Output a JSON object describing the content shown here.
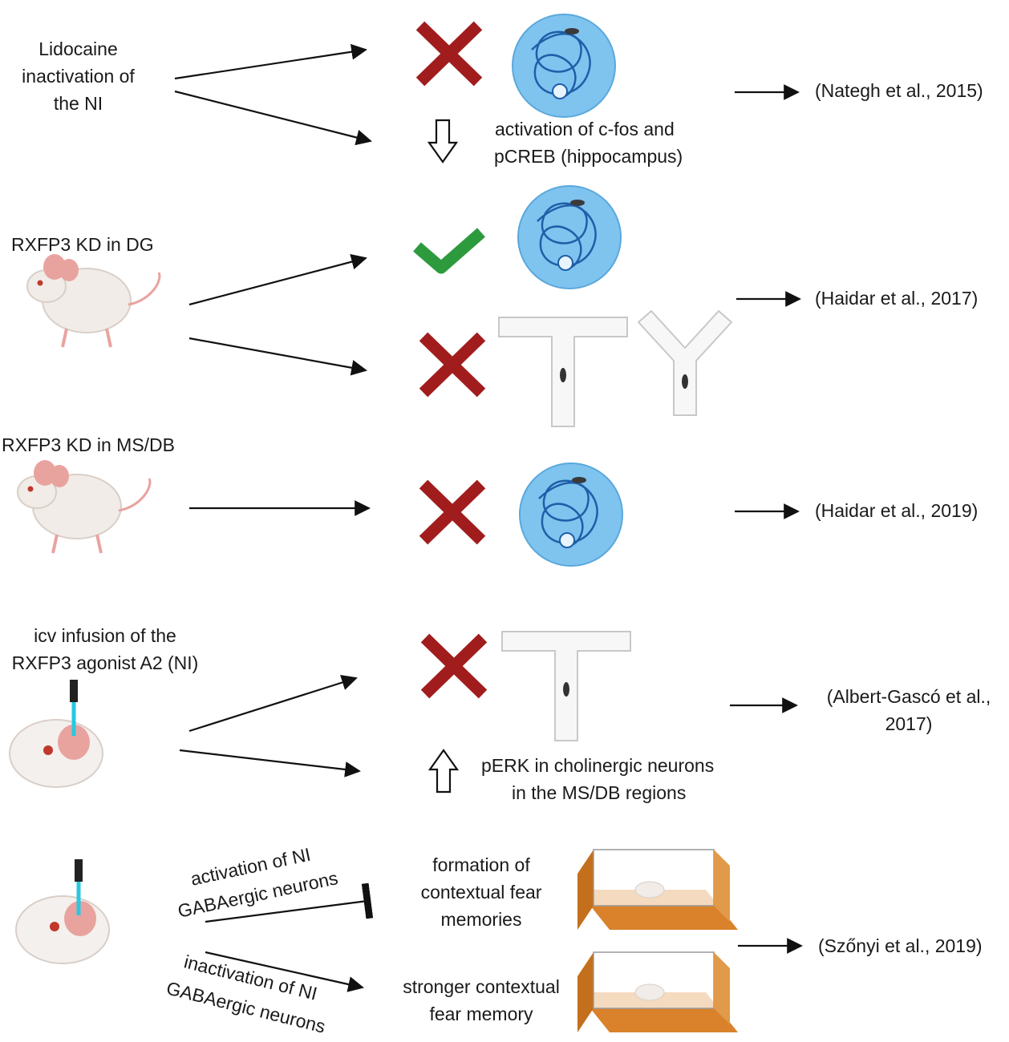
{
  "rows": [
    {
      "id": "row1",
      "treatment": [
        "Lidocaine",
        "inactivation of",
        "the NI"
      ],
      "note": [
        "activation of c-fos and",
        "pCREB (hippocampus)"
      ],
      "reference": "(Nategh et al., 2015)"
    },
    {
      "id": "row2",
      "treatment": [
        "RXFP3 KD in DG"
      ],
      "reference": "(Haidar et al., 2017)"
    },
    {
      "id": "row3",
      "treatment": [
        "RXFP3 KD in MS/DB"
      ],
      "reference": "(Haidar et al., 2019)"
    },
    {
      "id": "row4",
      "treatment": [
        "icv infusion of the",
        "RXFP3 agonist A2 (NI)"
      ],
      "note": [
        "pERK in cholinergic neurons",
        "in the MS/DB regions"
      ],
      "reference": [
        "(Albert-Gascó et al.,",
        "2017)"
      ]
    },
    {
      "id": "row5",
      "activation_label": [
        "activation of NI",
        "GABAergic neurons"
      ],
      "inactivation_label": [
        "inactivation of NI",
        "GABAergic neurons"
      ],
      "outcome_top": [
        "formation of",
        "contextual fear",
        "memories"
      ],
      "outcome_bottom": [
        "stronger contextual",
        "fear memory"
      ],
      "reference": "(Szőnyi et al., 2019)"
    }
  ],
  "colors": {
    "cross": "#a11d1d",
    "check": "#2e9a3e",
    "pool": "#7fc3ef",
    "pool_path": "#1f5fa8",
    "mouse_body": "#f1ece8",
    "mouse_pink": "#e9a39f",
    "box": "#d9822b",
    "probe_beam": "#28c8e0"
  }
}
